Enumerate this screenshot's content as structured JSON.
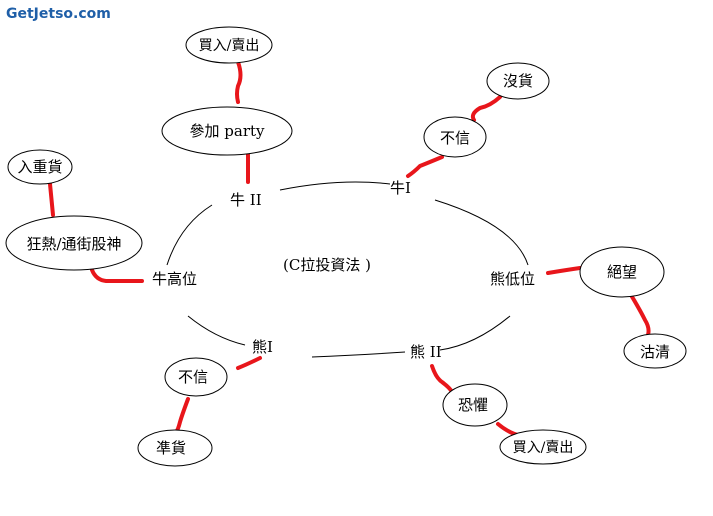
{
  "watermark": "GetJetso.com",
  "center_label": "(C拉投資法 )",
  "cycle_points": {
    "bull_high": "牛高位",
    "bull_2": "牛 II",
    "bull_1": "牛I",
    "bear_low": "熊低位",
    "bear_2": "熊 II",
    "bear_1": "熊I"
  },
  "bubbles": {
    "buy_sell_top": "買入/賣出",
    "join_party": "參加 party",
    "no_stock": "沒貨",
    "disbelief_top": "不信",
    "heavy_stock": "入重貨",
    "frenzy": "狂熱/通街股神",
    "despair": "絕望",
    "sell_off": "沽清",
    "disbelief_bottom": "不信",
    "stock_up": "凖貨",
    "fear": "恐懼",
    "buy_sell_bottom": "買入/賣出"
  },
  "colors": {
    "connector": "#e8161b",
    "line": "#000000",
    "watermark": "#1f5fa8"
  }
}
